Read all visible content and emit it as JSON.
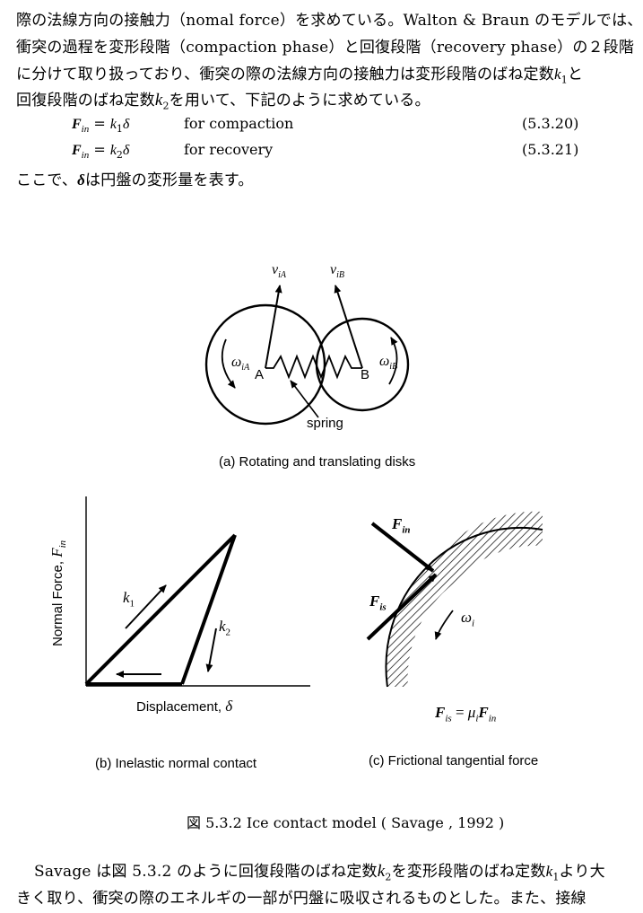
{
  "paragraph1": {
    "line1": "際の法線方向の接触力（nomal force）を求めている。Walton & Braun のモデルでは、",
    "line2": "衝突の過程を変形段階（compaction phase）と回復段階（recovery phase）の２段階",
    "line3_pre": "に分けて取り扱っており、衝突の際の法線方向の接触力は変形段階のばね定数",
    "line3_k": "k",
    "line3_sub": "1",
    "line3_post": "と",
    "line4_pre": "回復段階のばね定数",
    "line4_k": "k",
    "line4_sub": "2",
    "line4_post": "を用いて、下記のように求めている。"
  },
  "equations": [
    {
      "lhs": "F",
      "lhs_sub": "in",
      "rhs_k": "k",
      "rhs_sub": "1",
      "rhs_delta": "δ",
      "cond": "for   compaction",
      "number": "(5.3.20)"
    },
    {
      "lhs": "F",
      "lhs_sub": "in",
      "rhs_k": "k",
      "rhs_sub": "2",
      "rhs_delta": "δ",
      "cond": "for   recovery",
      "number": "(5.3.21)"
    }
  ],
  "after_eq": {
    "pre": "ここで、",
    "delta": "δ",
    "post": "は円盤の変形量を表す。"
  },
  "figure": {
    "a": {
      "label_vA": "v",
      "label_vA_sub": "iA",
      "label_vB": "v",
      "label_vB_sub": "iB",
      "label_wA": "ω",
      "label_wA_sub": "iA",
      "label_wB": "ω",
      "label_wB_sub": "iB",
      "point_A": "A",
      "point_B": "B",
      "spring": "spring",
      "caption": "(a) Rotating and translating disks"
    },
    "b": {
      "ylabel": "Normal Force,",
      "ylabel_F": "F",
      "ylabel_sub": "in",
      "xlabel": "Displacement,",
      "xlabel_delta": "δ",
      "k1": "k",
      "k1_sub": "1",
      "k2": "k",
      "k2_sub": "2",
      "caption": "(b) Inelastic normal contact"
    },
    "c": {
      "F_in": "F",
      "F_in_sub": "in",
      "F_is": "F",
      "F_is_sub": "is",
      "omega": "ω",
      "omega_sub": "i",
      "eq_lhs": "F",
      "eq_lhs_sub": "is",
      "eq_mu": "μ",
      "eq_mu_sub": "i",
      "eq_rhs": "F",
      "eq_rhs_sub": "in",
      "caption": "(c) Frictional tangential force"
    },
    "caption": "図  5.3.2    Ice contact model ( Savage , 1992 )"
  },
  "paragraph2": {
    "line1_pre": "Savage は図 5.3.2 のように回復段階のばね定数",
    "line1_k2": "k",
    "line1_k2_sub": "2",
    "line1_mid": "を変形段階のばね定数",
    "line1_k1": "k",
    "line1_k1_sub": "1",
    "line1_post": "より大",
    "line2": "きく取り、衝突の際のエネルギの一部が円盤に吸収されるものとした。また、接線"
  }
}
